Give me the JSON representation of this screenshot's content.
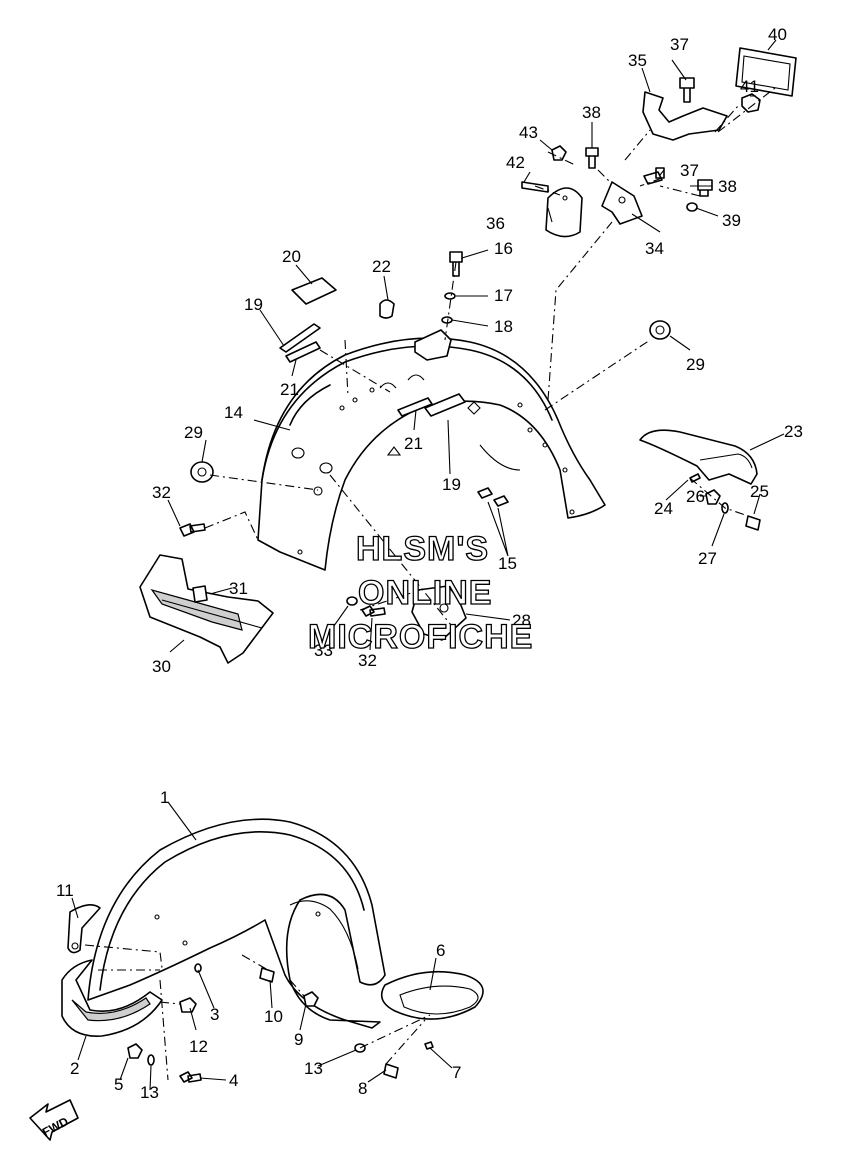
{
  "watermark": {
    "line1": "HLSM'S",
    "line2": "ONLINE",
    "line3": "MICROFICHE"
  },
  "direction_arrow": "FWD",
  "callouts": {
    "c40": "40",
    "c37a": "37",
    "c35": "35",
    "c41": "41",
    "c43": "43",
    "c38a": "38",
    "c42": "42",
    "c37b": "37",
    "c38b": "38",
    "c36": "36",
    "c39": "39",
    "c34": "34",
    "c20": "20",
    "c22": "22",
    "c16": "16",
    "c17": "17",
    "c18": "18",
    "c19a": "19",
    "c21a": "21",
    "c29a": "29",
    "c14": "14",
    "c21b": "21",
    "c29b": "29",
    "c23": "23",
    "c19b": "19",
    "c32a": "32",
    "c24": "24",
    "c26": "26",
    "c25": "25",
    "c27": "27",
    "c15": "15",
    "c31": "31",
    "c28": "28",
    "c33": "33",
    "c32b": "32",
    "c30": "30",
    "c1": "1",
    "c11": "11",
    "c6": "6",
    "c3": "3",
    "c10": "10",
    "c12": "12",
    "c9": "9",
    "c2": "2",
    "c7": "7",
    "c5": "5",
    "c13a": "13",
    "c4": "4",
    "c13b": "13",
    "c8": "8"
  }
}
